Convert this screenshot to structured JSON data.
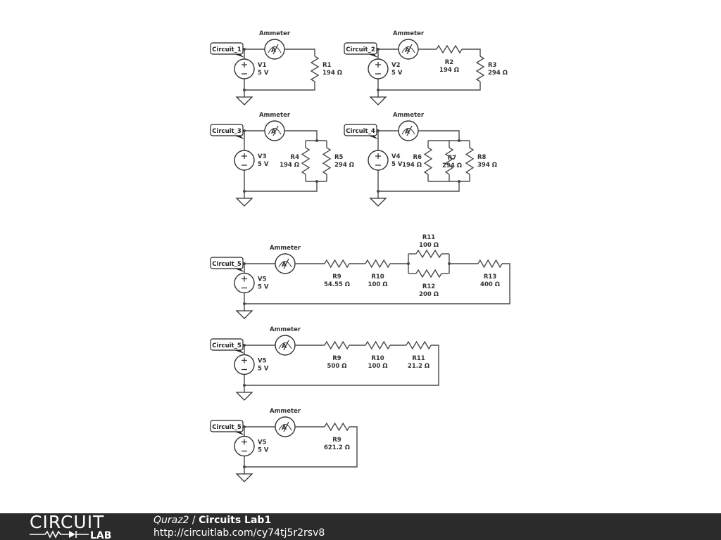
{
  "colors": {
    "wire": "#4a4a4a",
    "footer_bg": "#2b2b2b",
    "footer_text": "#ffffff"
  },
  "circuits": [
    {
      "tag": "Circuit_1",
      "ammeter": "Ammeter",
      "source": {
        "name": "V1",
        "value": "5 V"
      },
      "resistors": [
        {
          "name": "R1",
          "value": "194 Ω"
        }
      ]
    },
    {
      "tag": "Circuit_2",
      "ammeter": "Ammeter",
      "source": {
        "name": "V2",
        "value": "5 V"
      },
      "resistors": [
        {
          "name": "R2",
          "value": "194 Ω"
        },
        {
          "name": "R3",
          "value": "294 Ω"
        }
      ]
    },
    {
      "tag": "Circuit_3",
      "ammeter": "Ammeter",
      "source": {
        "name": "V3",
        "value": "5 V"
      },
      "resistors": [
        {
          "name": "R4",
          "value": "194 Ω"
        },
        {
          "name": "R5",
          "value": "294 Ω"
        }
      ]
    },
    {
      "tag": "Circuit_4",
      "ammeter": "Ammeter",
      "source": {
        "name": "V4",
        "value": "5 V"
      },
      "resistors": [
        {
          "name": "R6",
          "value": "194 Ω"
        },
        {
          "name": "R7",
          "value": "294 Ω"
        },
        {
          "name": "R8",
          "value": "394 Ω"
        }
      ]
    },
    {
      "tag": "Circuit_5",
      "ammeter": "Ammeter",
      "source": {
        "name": "V5",
        "value": "5 V"
      },
      "resistors": [
        {
          "name": "R9",
          "value": "54.55 Ω"
        },
        {
          "name": "R10",
          "value": "100 Ω"
        },
        {
          "name": "R11",
          "value": "100 Ω"
        },
        {
          "name": "R12",
          "value": "200 Ω"
        },
        {
          "name": "R13",
          "value": "400 Ω"
        }
      ]
    },
    {
      "tag": "Circuit_5",
      "ammeter": "Ammeter",
      "source": {
        "name": "V5",
        "value": "5 V"
      },
      "resistors": [
        {
          "name": "R9",
          "value": "500 Ω"
        },
        {
          "name": "R10",
          "value": "100 Ω"
        },
        {
          "name": "R11",
          "value": "21.2 Ω"
        }
      ]
    },
    {
      "tag": "Circuit_5",
      "ammeter": "Ammeter",
      "source": {
        "name": "V5",
        "value": "5 V"
      },
      "resistors": [
        {
          "name": "R9",
          "value": "621.2 Ω"
        }
      ]
    }
  ],
  "footer": {
    "logo_top": "CIRCUIT",
    "logo_bottom": "LAB",
    "author": "Quraz2",
    "separator": " / ",
    "title": "Circuits Lab1",
    "url": "http://circuitlab.com/cy74tj5r2rsv8"
  }
}
